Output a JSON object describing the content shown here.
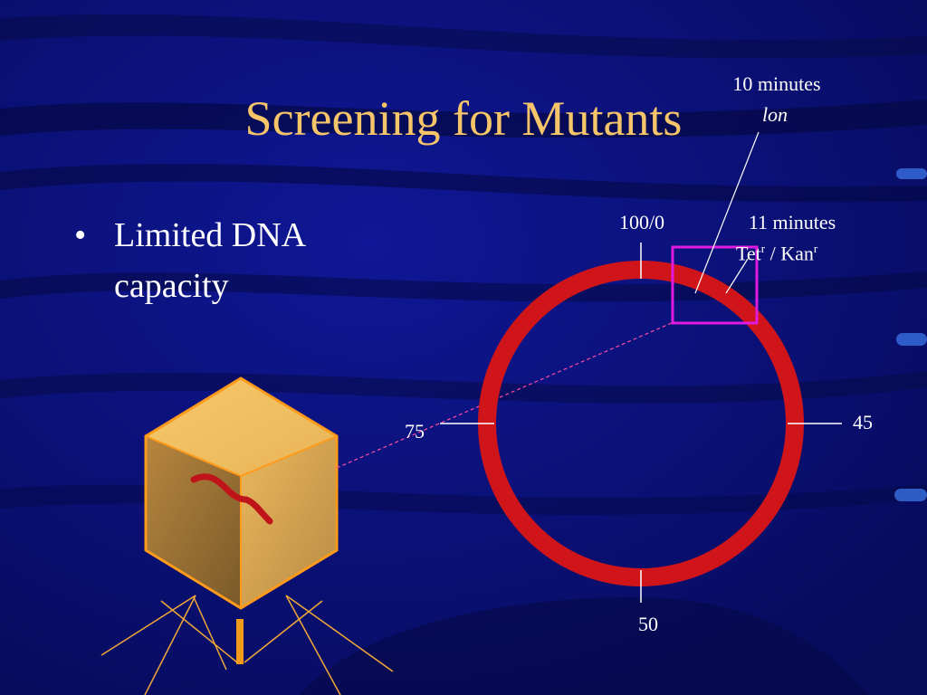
{
  "slide": {
    "title": "Screening for Mutants",
    "bullets": [
      "Limited DNA capacity"
    ]
  },
  "map": {
    "markers": {
      "top": "100/0",
      "left": "75",
      "right": "45",
      "bottom": "50"
    },
    "annotations": {
      "lon_time": "10 minutes",
      "lon_gene": "lon",
      "tet_time": "11 minutes",
      "tet_gene": "Tet",
      "tet_sup": "r",
      "separator": " / ",
      "kan_gene": "Kan",
      "kan_sup": "r"
    }
  },
  "colors": {
    "background": "#0a0f7a",
    "title": "#f6c56a",
    "ring": "#d0151a",
    "highlight_box": "#e01ae0",
    "capsid": "#f2bd5c",
    "capsid_edge": "#ff9a1a"
  }
}
